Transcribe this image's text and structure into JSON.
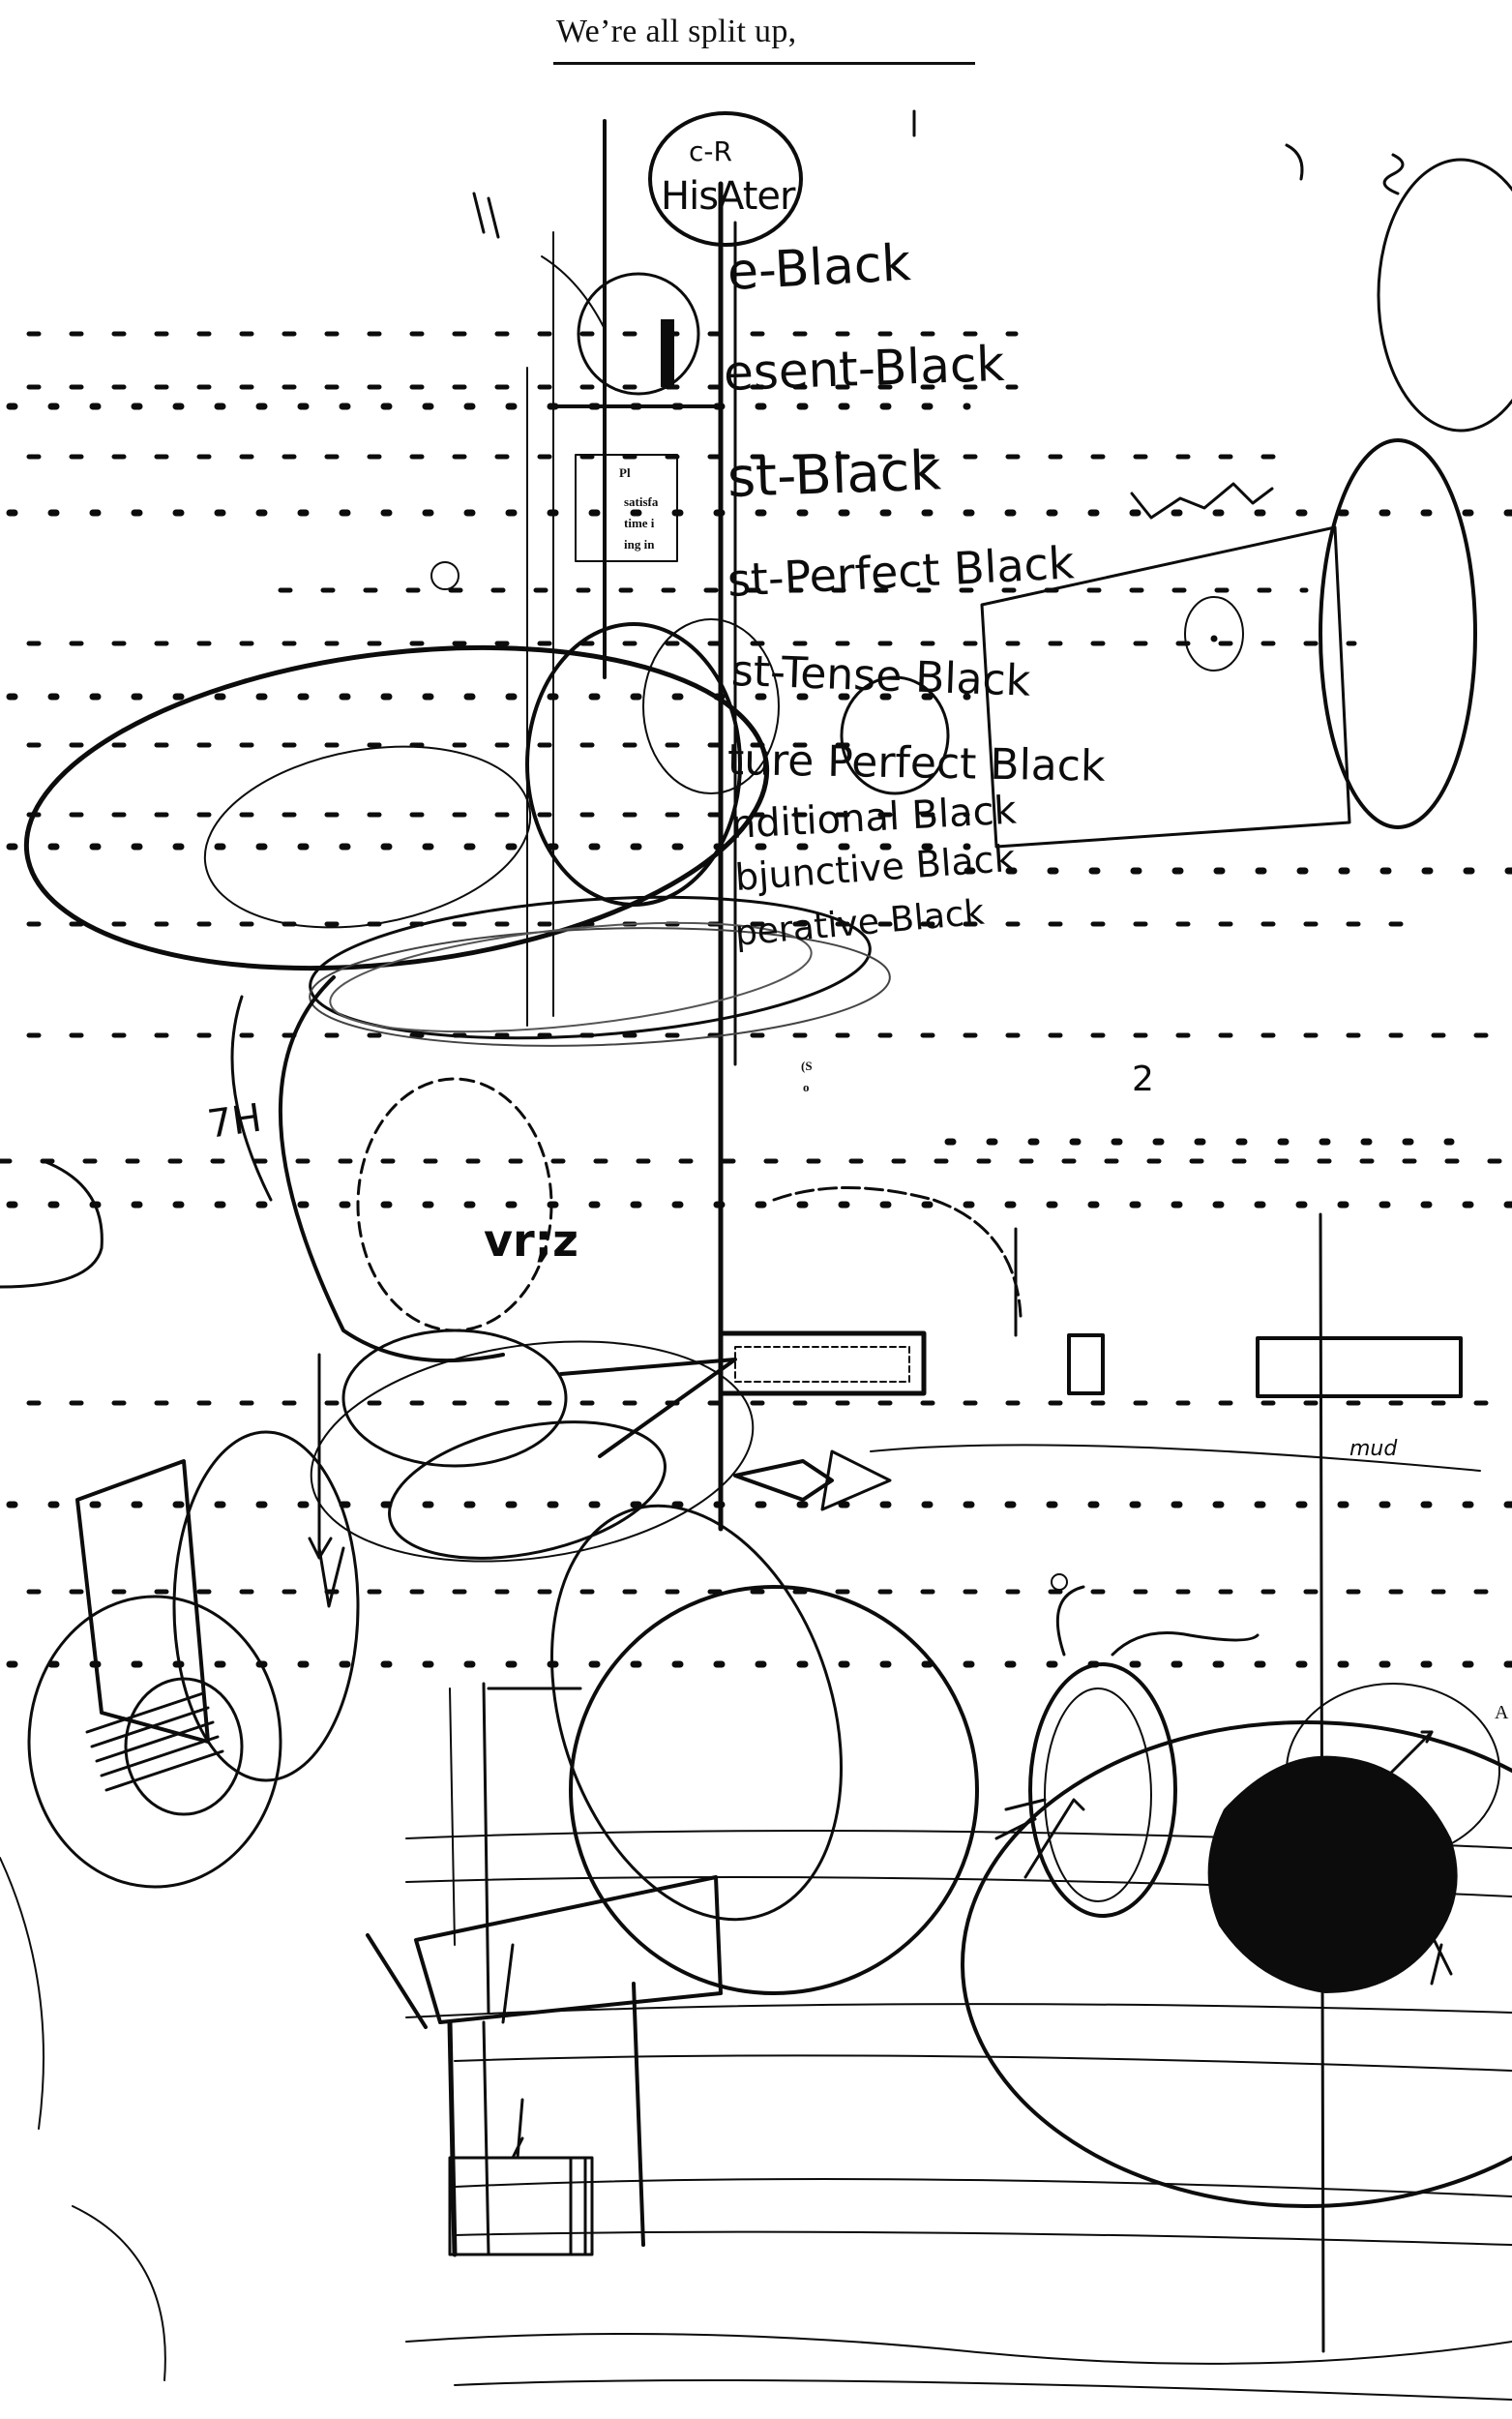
{
  "page": {
    "title": "We’re all split up,"
  },
  "printed_fragments": {
    "left_block": [
      "Pl",
      "satisfa",
      "time i",
      "ing in"
    ],
    "mid_small": [
      "(S",
      "o"
    ],
    "right_edge": "A"
  },
  "handwriting": {
    "circle_label_top": "c-R",
    "circle_label": "HisAter",
    "conjugation_list": [
      "e-Black",
      "esent-Black",
      "st-Black",
      "st-Perfect Black",
      "st-Tense Black",
      "ture Perfect Black",
      "nditional Black",
      "bjunctive Black",
      "perative Black"
    ],
    "misc_marks": [
      "vr;z",
      "7H",
      "mud",
      "2"
    ]
  },
  "colors": {
    "ink": "#0c0c0c",
    "paper": "#ffffff",
    "faint": "#555555"
  }
}
